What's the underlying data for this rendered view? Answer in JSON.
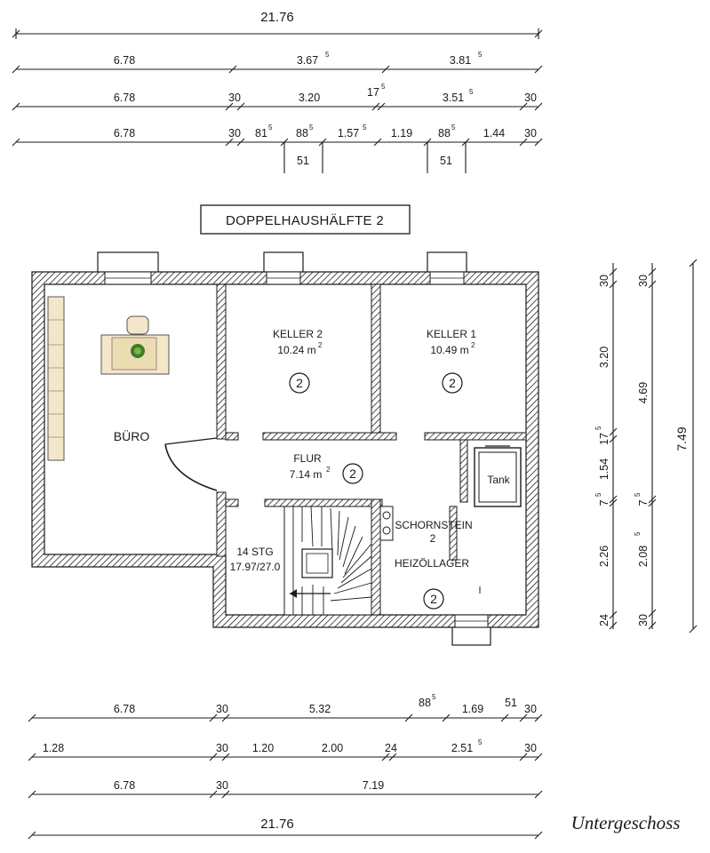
{
  "title": "DOPPELHAUSHÄLFTE 2",
  "caption": "Untergeschoss",
  "top_dims": {
    "total": "21.76",
    "row1": [
      "6.78",
      "3.67",
      "5",
      "3.81",
      "5"
    ],
    "row2": [
      "6.78",
      "30",
      "3.20",
      "17",
      "5",
      "3.51",
      "5",
      "30"
    ],
    "row3": [
      "6.78",
      "30",
      "81",
      "5",
      "88",
      "5",
      "1.57",
      "5",
      "1.19",
      "88",
      "5",
      "1.44",
      "30"
    ],
    "below": [
      "51",
      "51"
    ]
  },
  "bottom_dims": {
    "row1": [
      "6.78",
      "30",
      "5.32",
      "88",
      "5",
      "1.69",
      "51",
      "30"
    ],
    "row2": [
      "1.28",
      "30",
      "1.20",
      "2.00",
      "24",
      "2.51",
      "5",
      "30"
    ],
    "row3": [
      "6.78",
      "30",
      "7.19"
    ],
    "total": "21.76"
  },
  "right_dims": {
    "col1": [
      "30",
      "3.20",
      "17",
      "5",
      "1.54",
      "7",
      "5",
      "2.26",
      "24"
    ],
    "col2": [
      "30",
      "4.69",
      "7",
      "5",
      "2.08",
      "5",
      "30"
    ],
    "total": "7.49"
  },
  "rooms": {
    "buero": "BÜRO",
    "keller2": {
      "name": "KELLER 2",
      "area": "10.24 m",
      "sup": "2",
      "circle": "2"
    },
    "keller1": {
      "name": "KELLER 1",
      "area": "10.49 m",
      "sup": "2",
      "circle": "2"
    },
    "flur": {
      "name": "FLUR",
      "area": "7.14 m",
      "sup": "2",
      "circle": "2"
    },
    "stair": {
      "steps": "14 STG",
      "ratio": "17.97/27.0"
    },
    "schornstein": {
      "name": "SCHORNSTEIN",
      "num": "2"
    },
    "heizol": {
      "name": "HEIZÖLLAGER",
      "circle": "2"
    },
    "tank": "Tank"
  }
}
